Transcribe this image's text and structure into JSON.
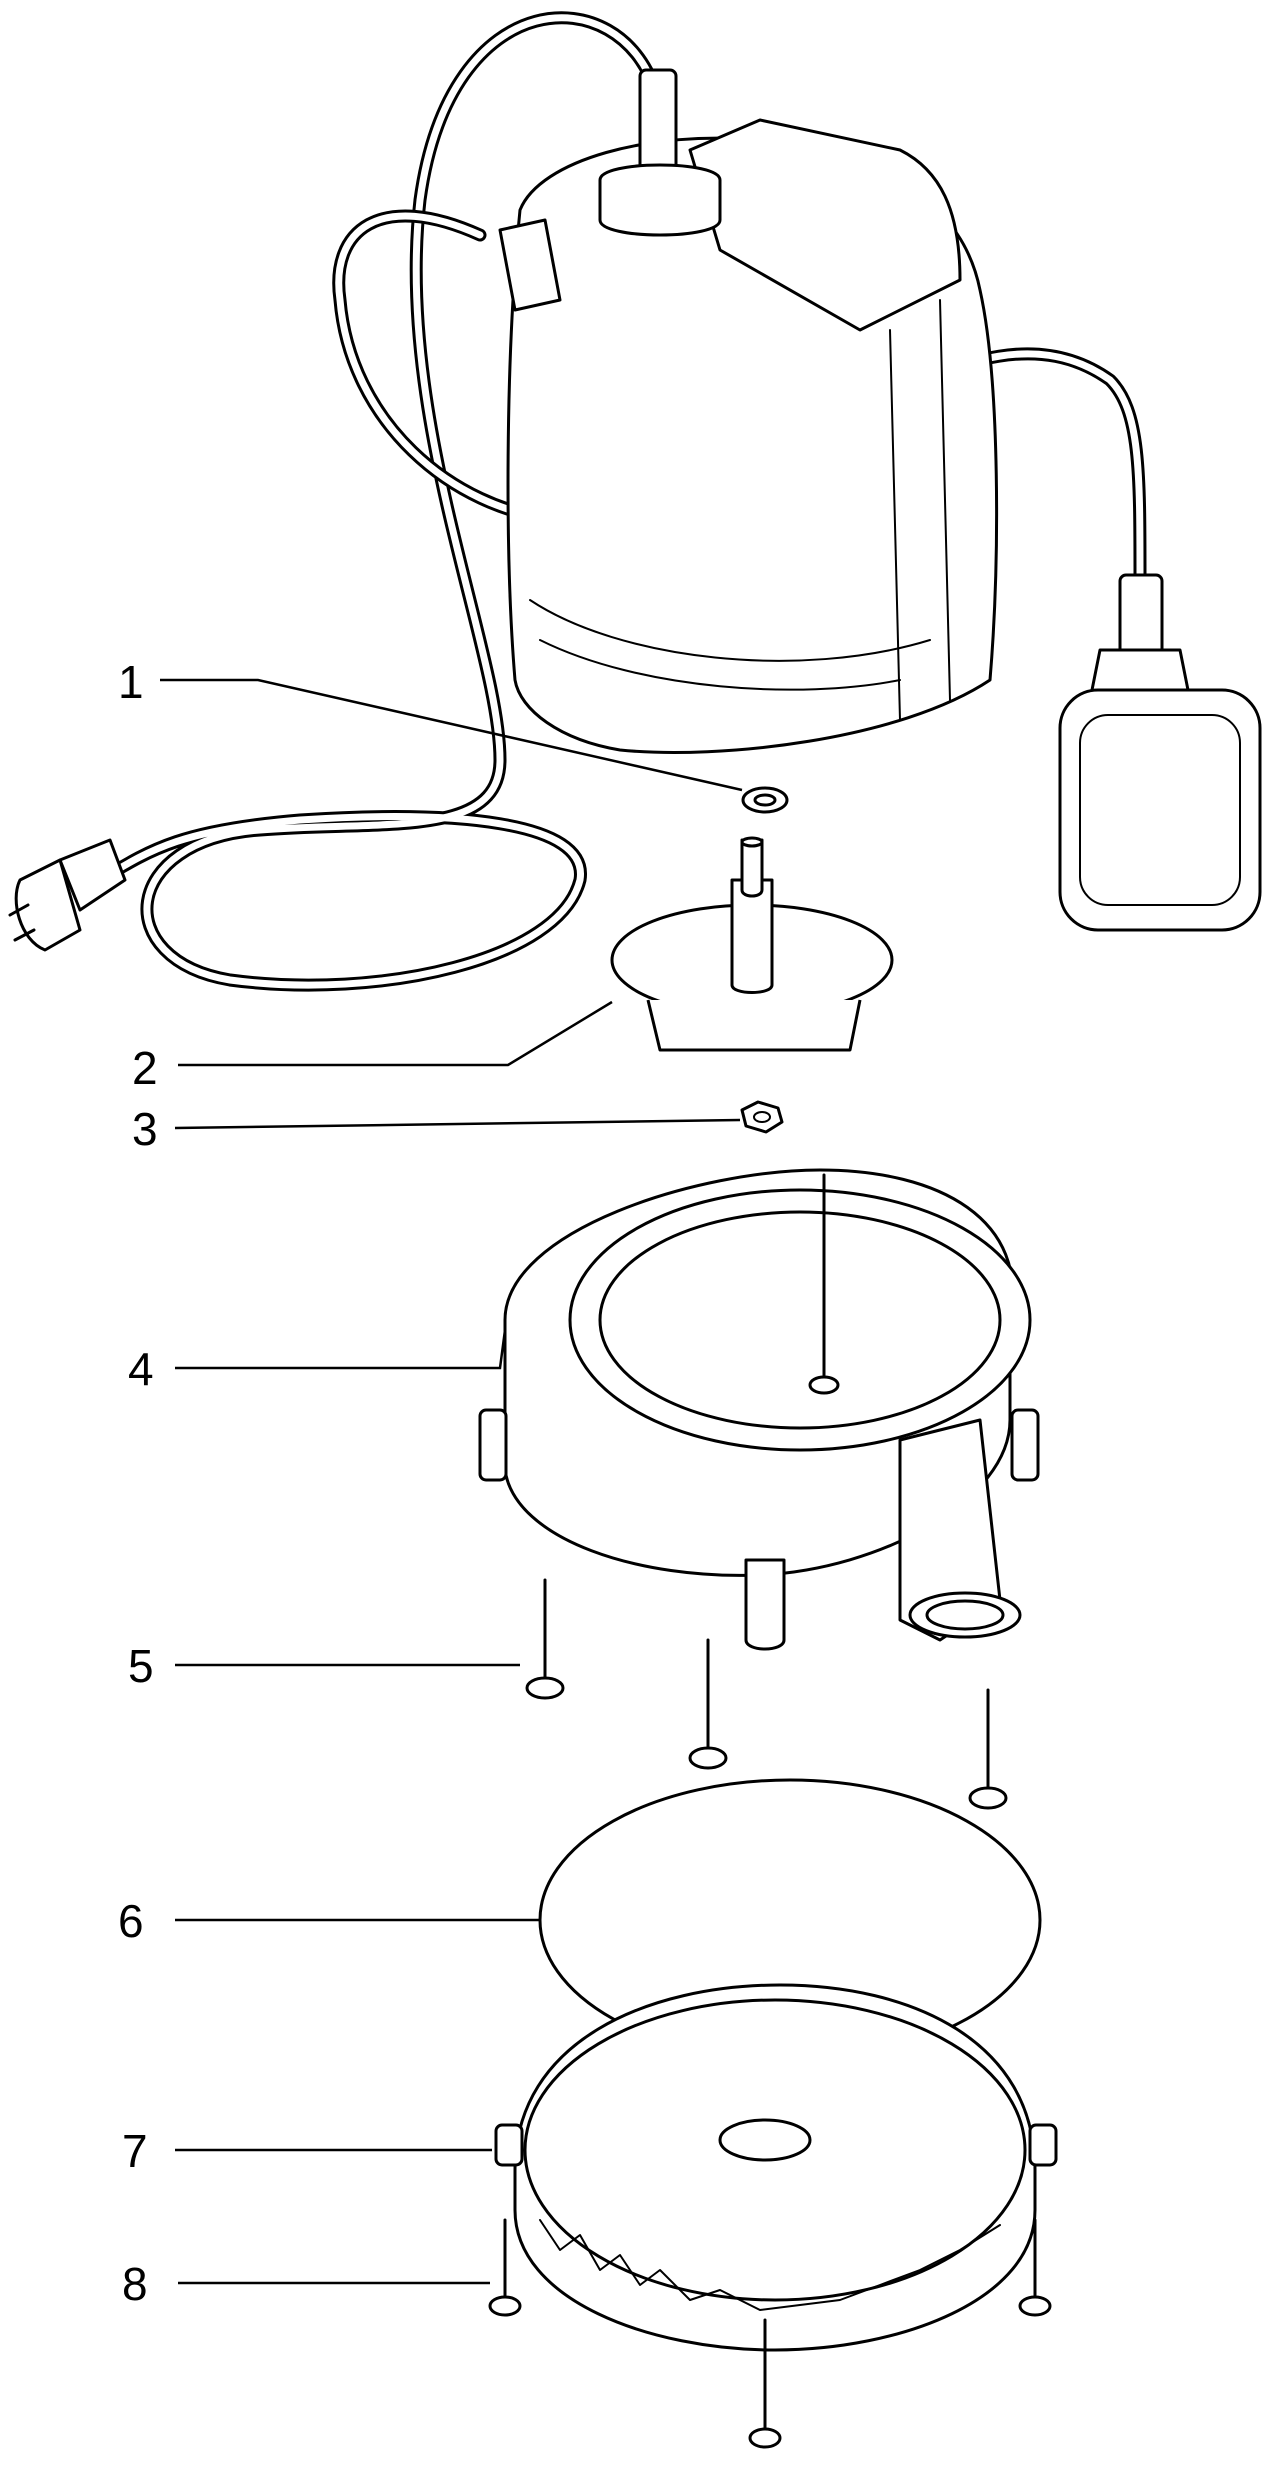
{
  "parts": [
    {
      "number": "1",
      "shape": "washer"
    },
    {
      "number": "2",
      "shape": "impeller"
    },
    {
      "number": "3",
      "shape": "hex-nut"
    },
    {
      "number": "4",
      "shape": "pump-housing"
    },
    {
      "number": "5",
      "shape": "screw"
    },
    {
      "number": "6",
      "shape": "o-ring"
    },
    {
      "number": "7",
      "shape": "base-plate"
    },
    {
      "number": "8",
      "shape": "screw"
    }
  ]
}
